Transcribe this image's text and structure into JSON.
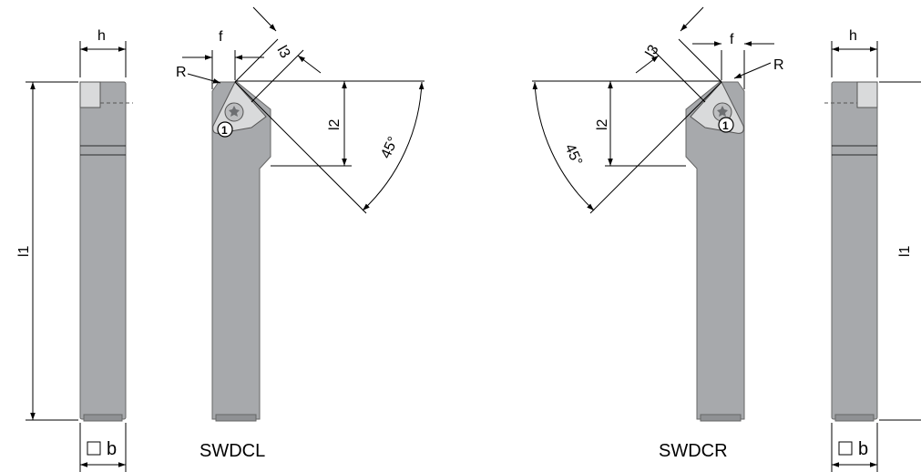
{
  "labels": {
    "h": "h",
    "f": "f",
    "l1": "l1",
    "l2": "l2",
    "l3": "l3",
    "R": "R",
    "b": "b",
    "angle": "45°",
    "insert_marker": "1"
  },
  "variants": {
    "left": "SWDCL",
    "right": "SWDCR"
  },
  "colors": {
    "body": "#a7a9ac",
    "insert": "#d9dadb",
    "line": "#000000"
  }
}
